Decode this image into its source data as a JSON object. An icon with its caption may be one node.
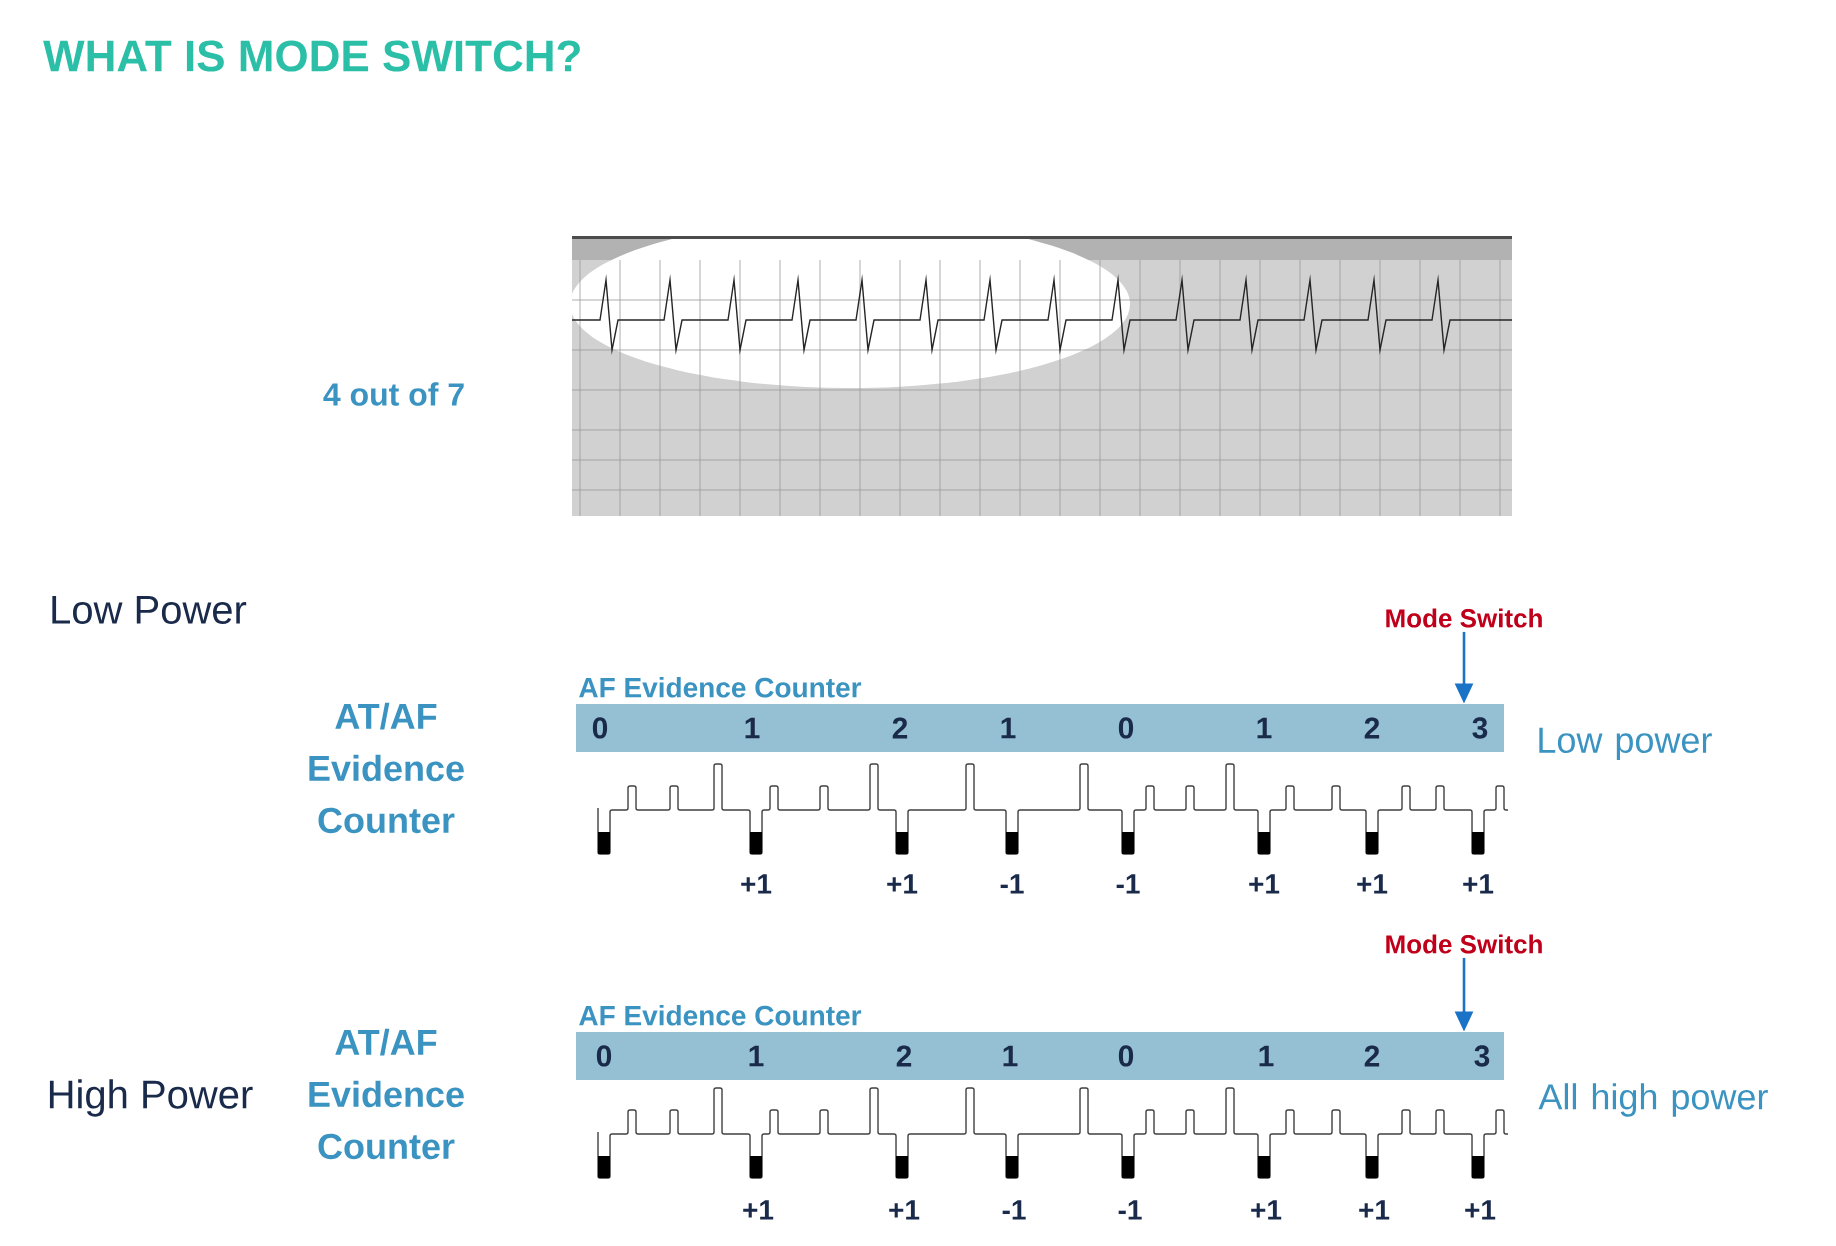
{
  "diagram": {
    "title": "WHAT IS MODE SWITCH?",
    "nodes": [
      {
        "text": [
          "Mode Switch"
        ]
      },
      {
        "text": [
          "AF Evidence Counter",
          "0",
          "1",
          "2",
          "1",
          "0",
          "1",
          "2",
          "3"
        ]
      },
      {
        "text": [
          "Mode Switch"
        ]
      },
      {
        "text": [
          "AF Evidence Counter",
          "0",
          "1",
          "2",
          "1",
          "0",
          "1",
          "2",
          "3"
        ]
      }
    ],
    "edges": [
      {
        "from": 0,
        "to": 1,
        "arrow": "to"
      },
      {
        "from": 2,
        "to": 3,
        "arrow": "to"
      }
    ],
    "labels": [
      "4 out of 7",
      "Low Power",
      "AT/AF Evidence Counter",
      "Low power",
      "+1",
      "+1",
      "-1",
      "-1",
      "+1",
      "+1",
      "+1",
      "High Power",
      "AT/AF Evidence Counter",
      "All high power",
      "+1",
      "+1",
      "-1",
      "-1",
      "+1",
      "+1",
      "+1"
    ]
  }
}
